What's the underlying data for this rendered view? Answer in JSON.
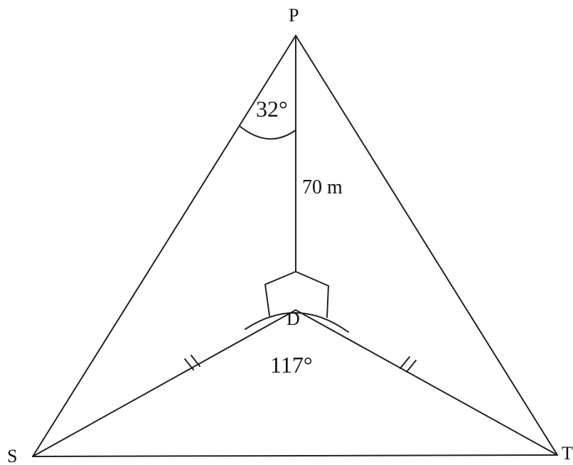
{
  "points": {
    "P": "P",
    "D": "D",
    "S": "S",
    "T": "T"
  },
  "angles": {
    "apex": "32°",
    "base": "117°"
  },
  "lengths": {
    "PD": "70 m"
  },
  "colors": {
    "stroke": "#222222",
    "text": "#111111",
    "background": "#ffffff"
  }
}
